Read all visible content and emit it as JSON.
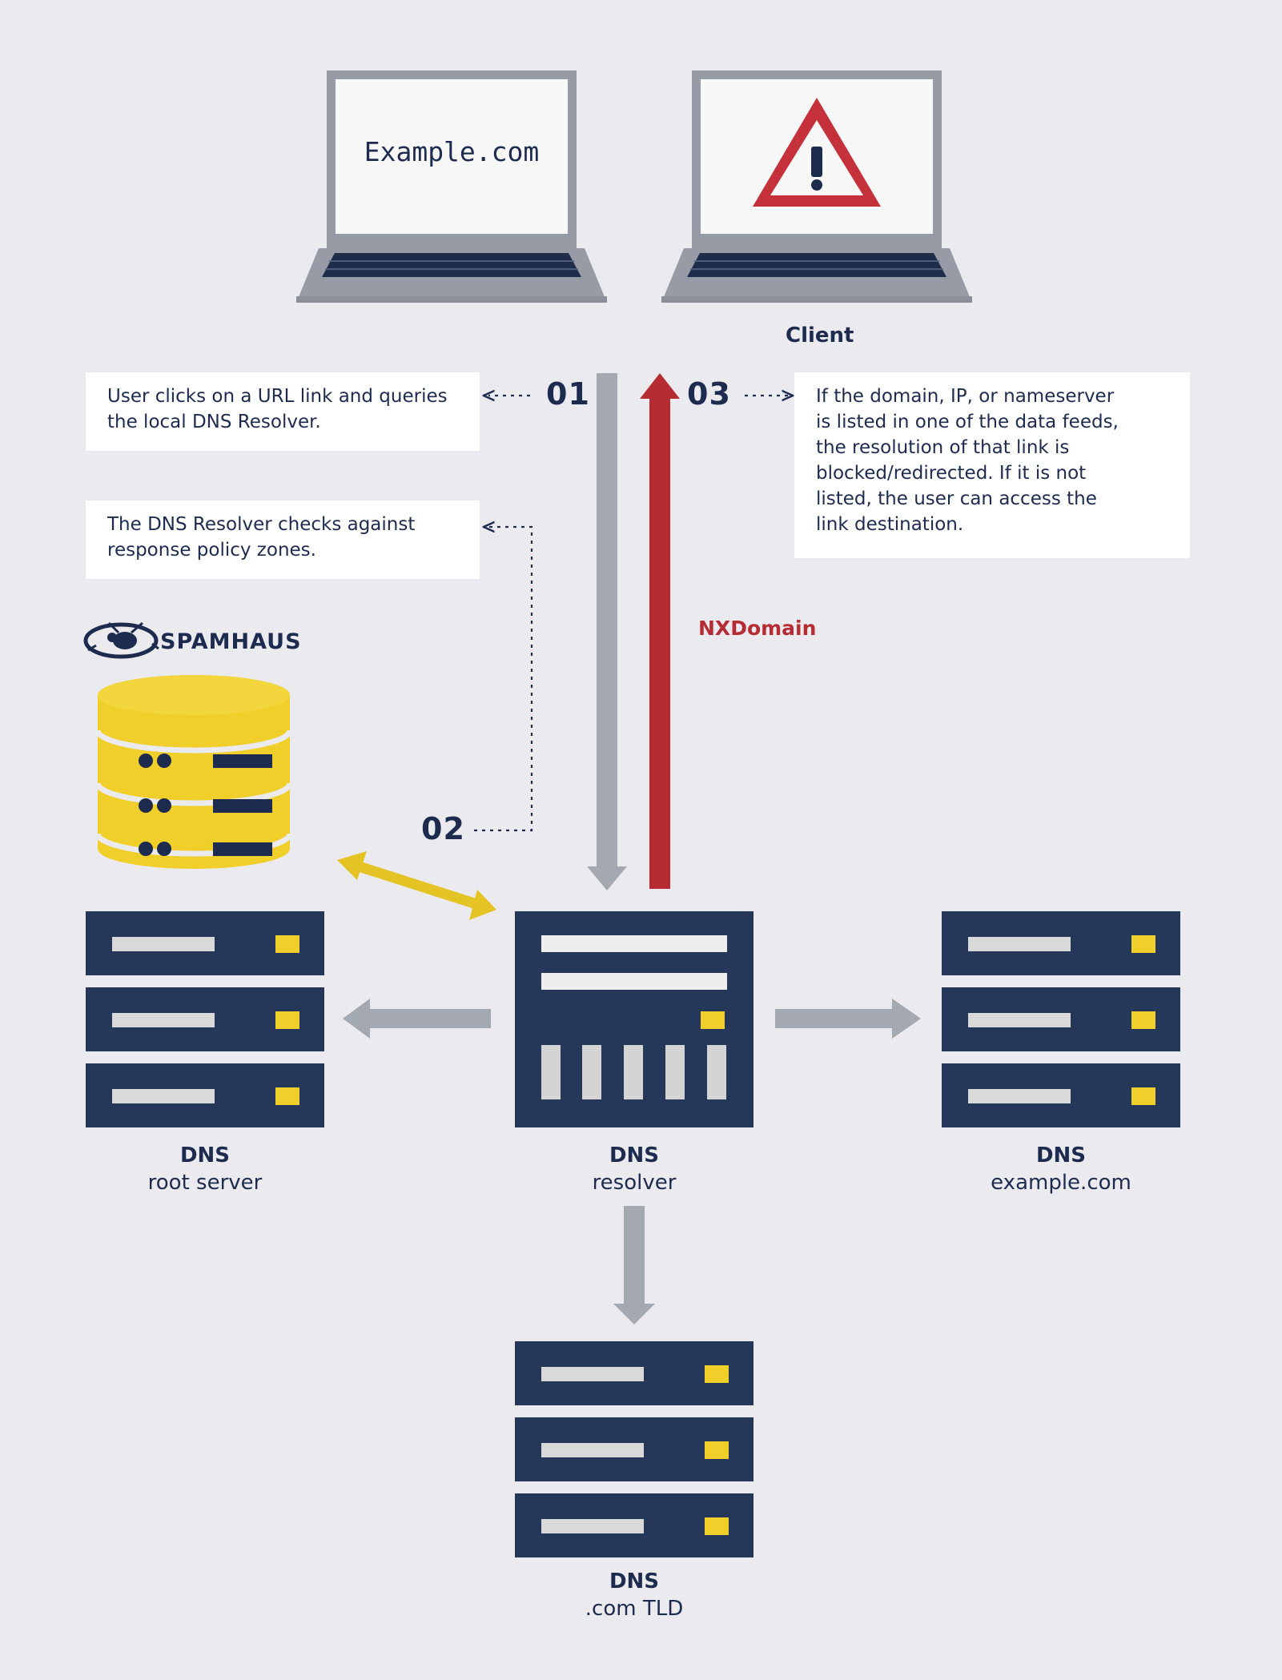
{
  "client": {
    "label": "Client",
    "laptop_left_screen_text": "Example.com",
    "laptop_right_icon": "warning-triangle-icon"
  },
  "steps": {
    "step1": {
      "number": "01",
      "text": "User clicks on a URL link and queries\nthe local DNS Resolver."
    },
    "step2": {
      "number": "02",
      "text": "The DNS Resolver checks against\nresponse policy zones."
    },
    "step3": {
      "number": "03",
      "text": "If the domain, IP, or nameserver\nis listed in one of the data feeds,\nthe resolution of that link is\nblocked/redirected. If it is not\nlisted, the user can access the\nlink destination."
    }
  },
  "response_label": "NXDomain",
  "brand": {
    "name": "SPAMHAUS",
    "icon": "spamhaus-bee-logo-icon"
  },
  "servers": {
    "root": {
      "title": "DNS",
      "subtitle": "root server"
    },
    "resolver": {
      "title": "DNS",
      "subtitle": "resolver"
    },
    "example": {
      "title": "DNS",
      "subtitle": "example.com"
    },
    "tld": {
      "title": "DNS",
      "subtitle": ".com TLD"
    }
  },
  "colors": {
    "background": "#ebeaef",
    "navy": "#1d2b4f",
    "server_navy": "#263859",
    "accent_yellow": "#f0cf2a",
    "arrow_gray": "#a4a8b0",
    "response_red": "#b52c32",
    "laptop_gray": "#979ba5"
  }
}
